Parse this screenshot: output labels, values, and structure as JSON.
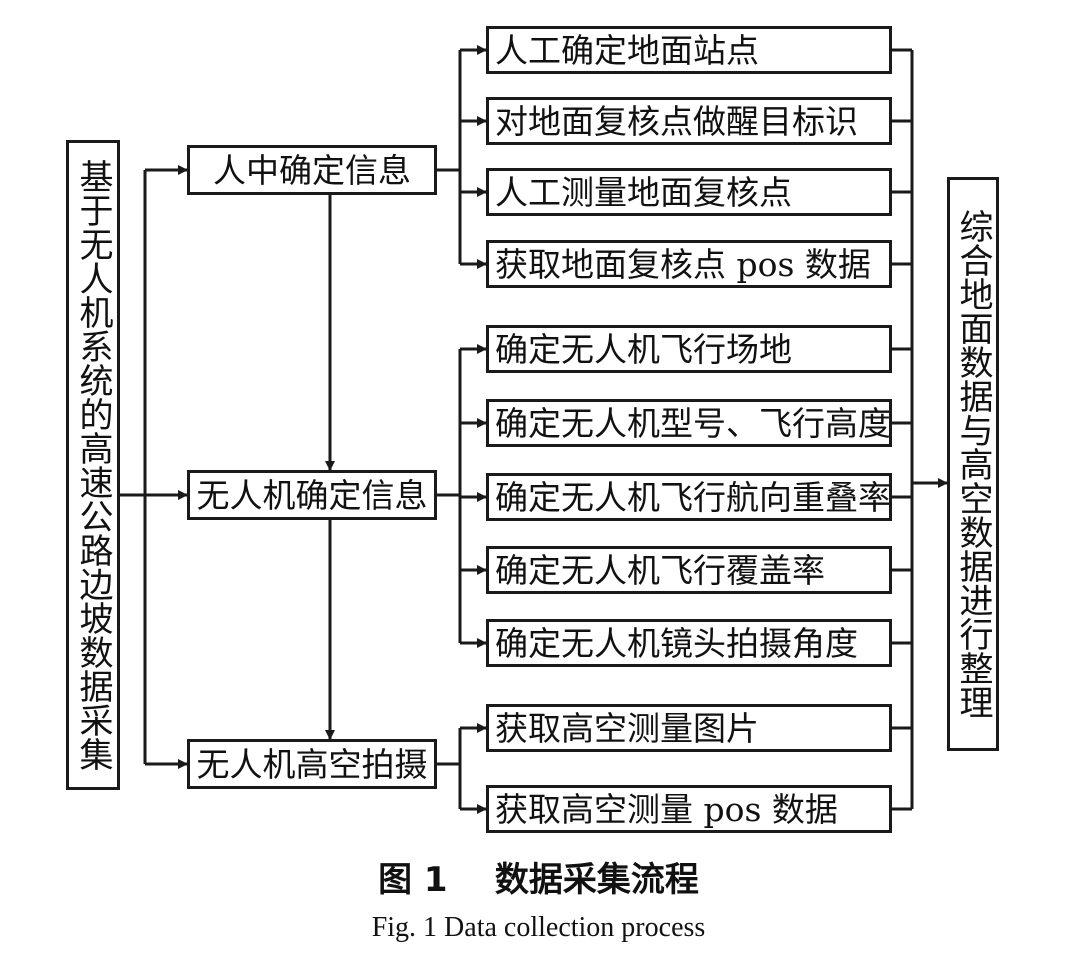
{
  "diagram": {
    "root": "基于无人机系统的高速公路边坡数据采集",
    "groups": [
      {
        "label": "人中确定信息",
        "items": [
          "人工确定地面站点",
          "对地面复核点做醒目标识",
          "人工测量地面复核点",
          "获取地面复核点 pos 数据"
        ]
      },
      {
        "label": "无人机确定信息",
        "items": [
          "确定无人机飞行场地",
          "确定无人机型号、飞行高度",
          "确定无人机飞行航向重叠率",
          "确定无人机飞行覆盖率",
          "确定无人机镜头拍摄角度"
        ]
      },
      {
        "label": "无人机高空拍摄",
        "items": [
          "获取高空测量图片",
          "获取高空测量 pos 数据"
        ]
      }
    ],
    "result": "综合地面数据与高空数据进行整理"
  },
  "caption": {
    "cn": "图 1    数据采集流程",
    "en": "Fig. 1 Data collection process"
  },
  "colors": {
    "line": "#1a1a1a",
    "background": "#ffffff",
    "text": "#111111"
  }
}
